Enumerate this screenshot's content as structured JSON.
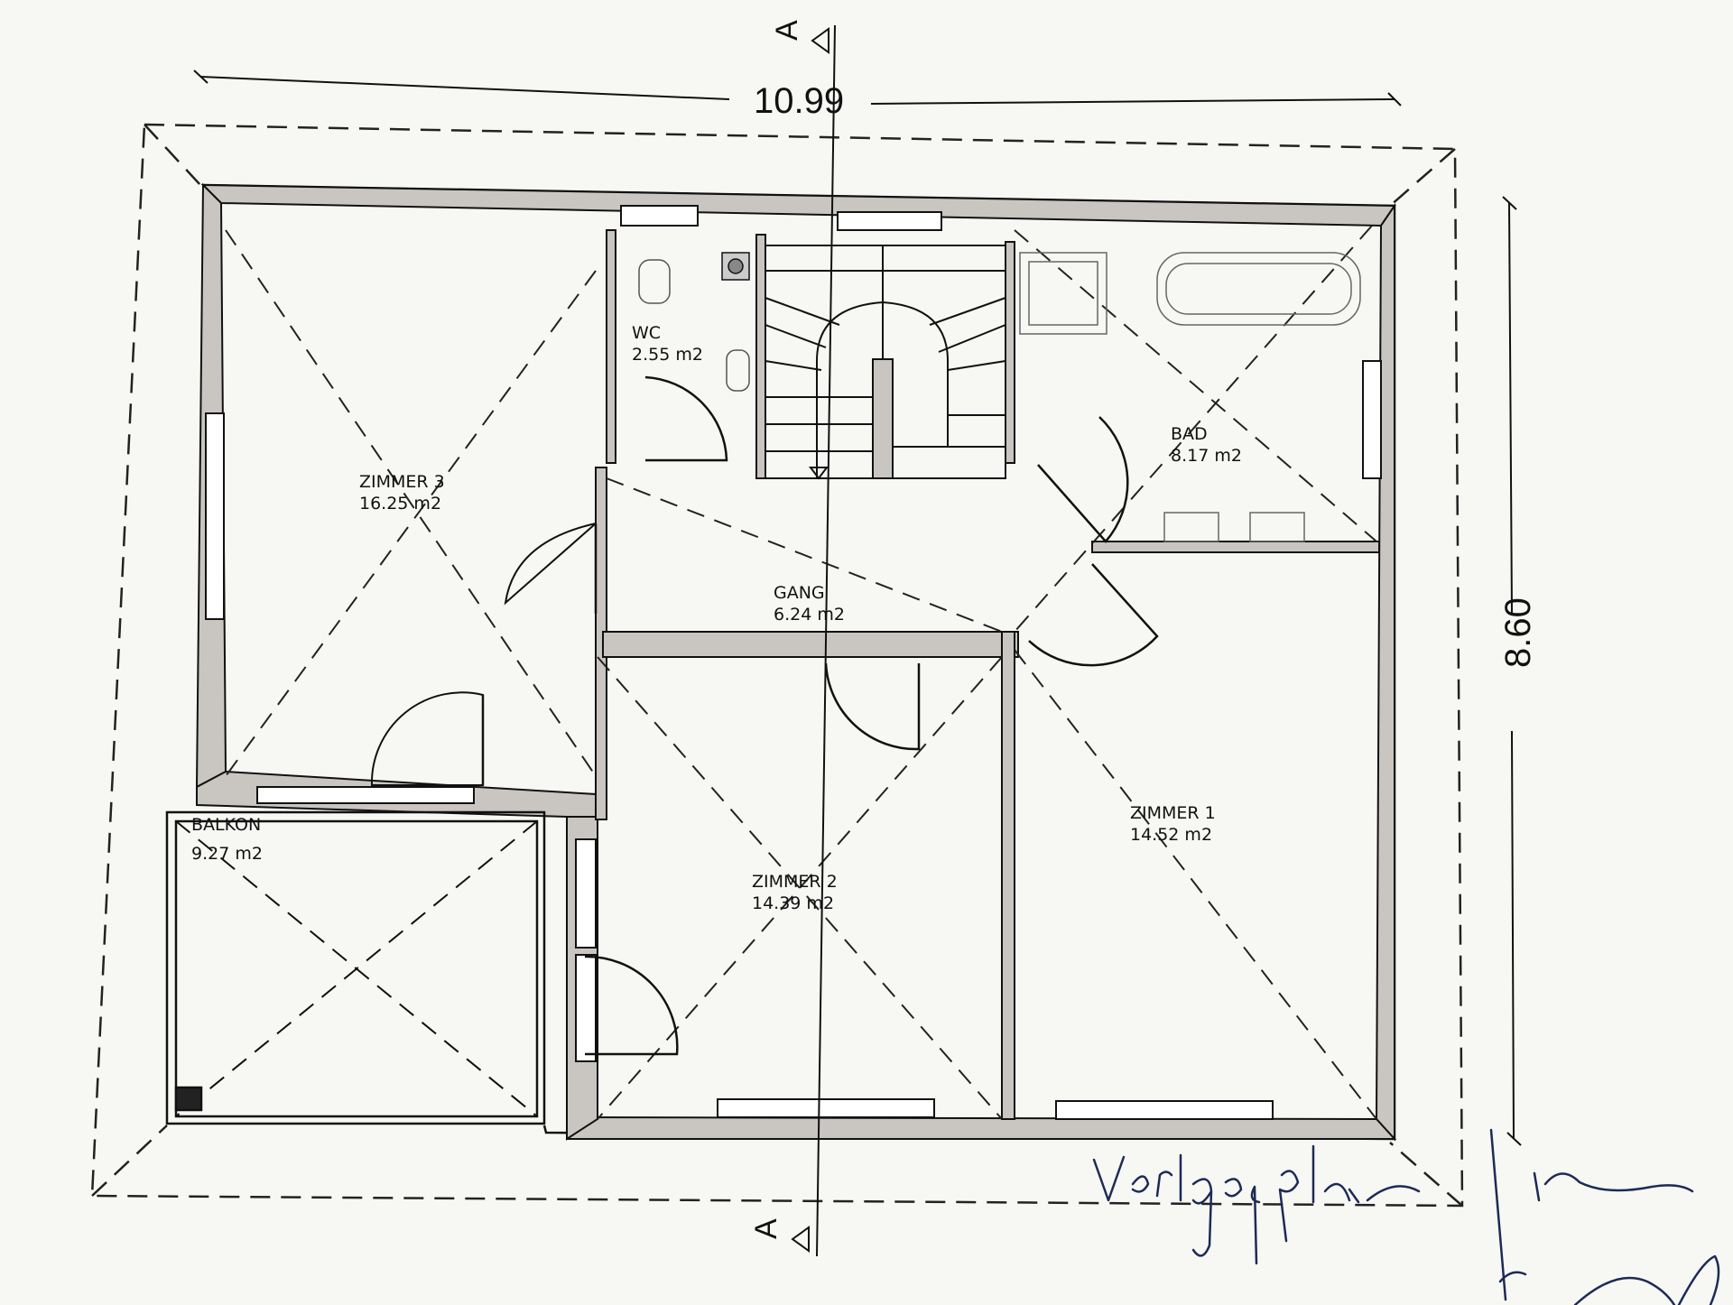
{
  "plan": {
    "rooms": [
      {
        "name": "ZIMMER 3",
        "area": "16.25 m2"
      },
      {
        "name": "WC",
        "area": "2.55 m2"
      },
      {
        "name": "BAD",
        "area": "8.17 m2"
      },
      {
        "name": "GANG",
        "area": "6.24 m2"
      },
      {
        "name": "ZIMMER 2",
        "area": "14.39 m2"
      },
      {
        "name": "ZIMMER 1",
        "area": "14.52 m2"
      },
      {
        "name": "BALKON",
        "area": "9.27 m2"
      }
    ],
    "dimensions": {
      "width": "10.99",
      "height": "8.60"
    },
    "section_marker": "A",
    "handwriting": "Verlegeplan",
    "colors": {
      "wall": "#c9c6c2",
      "line": "#111111",
      "paper": "#f7f7f4"
    }
  }
}
